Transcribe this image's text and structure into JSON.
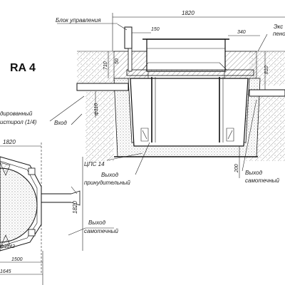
{
  "title": "RA 4",
  "labels": {
    "control_unit": "Блок управления",
    "expl_peno_1": "Экс",
    "expl_peno_2": "пено",
    "insulation_1": "дированный",
    "insulation_2": "истирол (1/4)",
    "inlet": "Вход",
    "cps": "ЦПС 14",
    "forced_outlet_1": "Выход",
    "forced_outlet_2": "принудительный",
    "gravity_outlet_1": "Выход",
    "gravity_outlet_2": "самотечный",
    "gravity_outlet_plan_1": "Выход",
    "gravity_outlet_plan_2": "самотечный"
  },
  "dimensions": {
    "width_top": "1820",
    "d150": "150",
    "d340": "340",
    "d50": "50",
    "d710": "710",
    "d810": "810",
    "pipe_d110": "ф110",
    "d200": "200",
    "plan_width": "1820",
    "plan_height": "1820",
    "plan_diam": "ф1142",
    "plan_1500": "1500",
    "plan_1645": "1645"
  }
}
